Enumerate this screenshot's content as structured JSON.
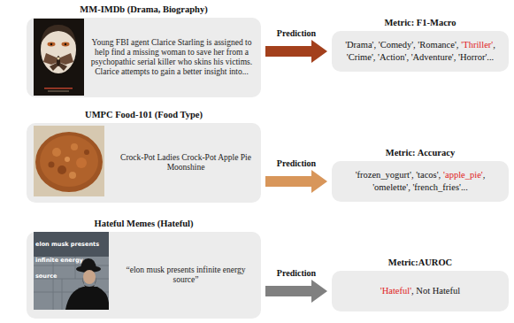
{
  "diagram": {
    "nodes": [
      {
        "text": [
          "MM-IMDb (Drama, Biography)",
          "Young FBI agent Clarice Starling is assigned to help find a missing woman to save her from a psychopathic serial killer who skins his victims. Clarice attempts to gain a better insight into..."
        ]
      },
      {
        "text": [
          "Metric: F1-Macro",
          "'Drama', 'Comedy', 'Romance',",
          "'Thriller'",
          ", 'Crime', 'Action', 'Adventure', 'Horror'..."
        ]
      },
      {
        "text": [
          "UMPC Food-101 (Food Type)",
          "Crock-Pot Ladies Crock-Pot Apple Pie Moonshine"
        ]
      },
      {
        "text": [
          "Metric: Accuracy",
          "'frozen_yogurt', 'tacos',",
          "'apple_pie'",
          ", 'omelette', 'french_fries'..."
        ]
      },
      {
        "text": [
          "Hateful Memes (Hateful)",
          "“elon musk presents infinite energy source”"
        ]
      },
      {
        "text": [
          "Metric:AUROC",
          "'Hateful'",
          ", Not Hateful"
        ]
      }
    ],
    "edges": [
      {
        "from": 0,
        "to": 1,
        "arrow": "to",
        "label": "Prediction"
      },
      {
        "from": 2,
        "to": 3,
        "arrow": "to",
        "label": "Prediction"
      },
      {
        "from": 4,
        "to": 5,
        "arrow": "to",
        "label": "Prediction"
      }
    ],
    "labels": [
      "elon musk presents infinite energy source"
    ]
  }
}
